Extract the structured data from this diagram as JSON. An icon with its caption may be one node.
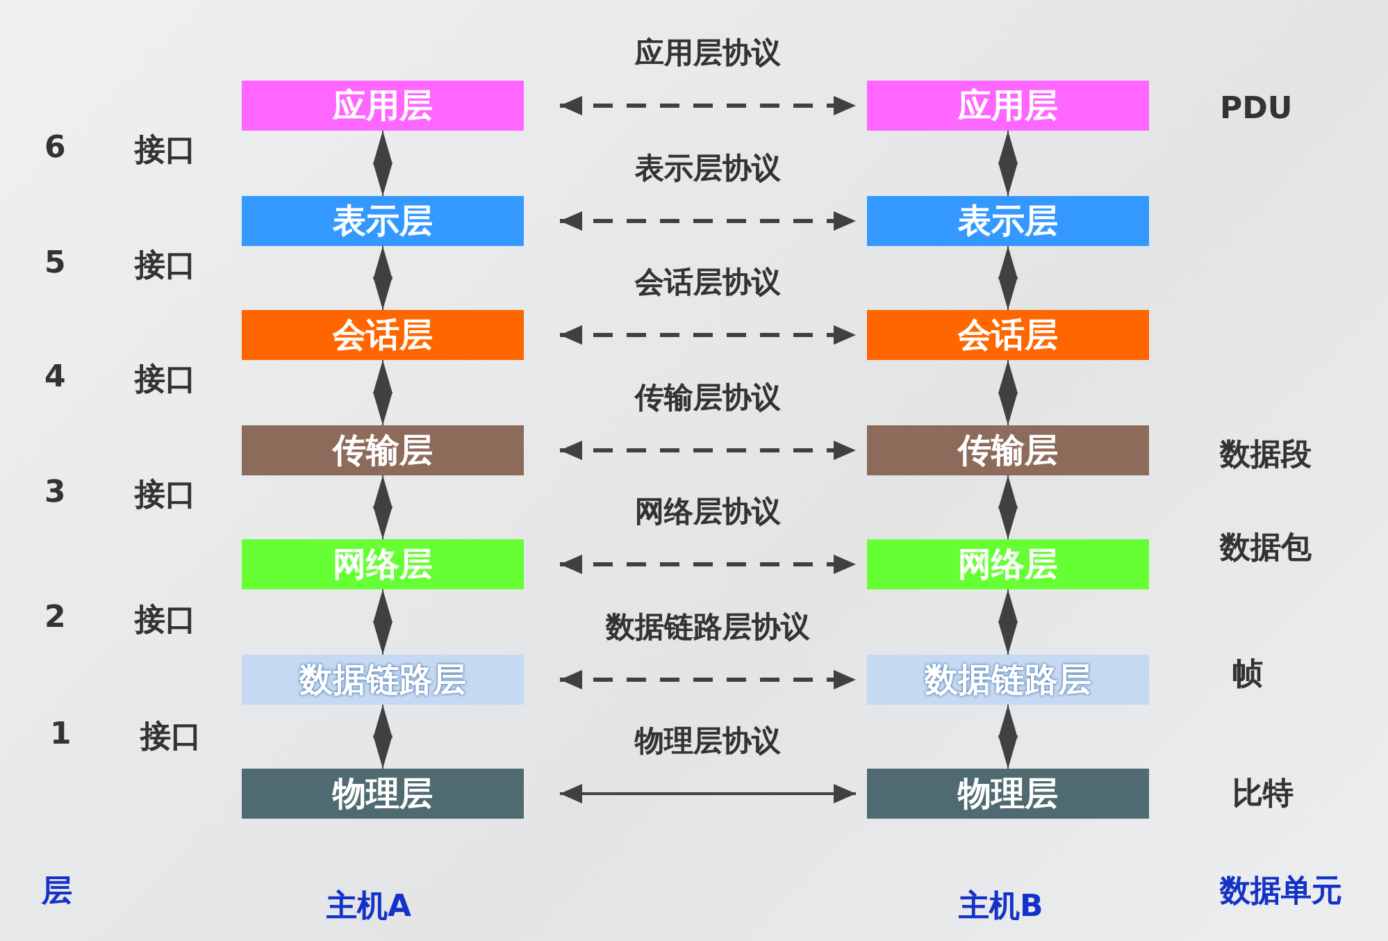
{
  "diagram": {
    "nodes": [
      {
        "text": [
          "应用层"
        ]
      },
      {
        "text": [
          "表示层"
        ]
      },
      {
        "text": [
          "会话层"
        ]
      },
      {
        "text": [
          "传输层"
        ]
      },
      {
        "text": [
          "网络层"
        ]
      },
      {
        "text": [
          "数据链路层"
        ]
      },
      {
        "text": [
          "物理层"
        ]
      },
      {
        "text": [
          "应用层"
        ]
      },
      {
        "text": [
          "表示层"
        ]
      },
      {
        "text": [
          "会话层"
        ]
      },
      {
        "text": [
          "传输层"
        ]
      },
      {
        "text": [
          "网络层"
        ]
      },
      {
        "text": [
          "数据链路层"
        ]
      },
      {
        "text": [
          "物理层"
        ]
      }
    ],
    "edges": [
      {
        "from": 0,
        "to": 7,
        "arrow": "both",
        "label": "应用层协议",
        "style": "dashed"
      },
      {
        "from": 1,
        "to": 8,
        "arrow": "both",
        "label": "表示层协议",
        "style": "dashed"
      },
      {
        "from": 2,
        "to": 9,
        "arrow": "both",
        "label": "会话层协议",
        "style": "dashed"
      },
      {
        "from": 3,
        "to": 10,
        "arrow": "both",
        "label": "传输层协议",
        "style": "dashed"
      },
      {
        "from": 4,
        "to": 11,
        "arrow": "both",
        "label": "网络层协议",
        "style": "dashed"
      },
      {
        "from": 5,
        "to": 12,
        "arrow": "both",
        "label": "数据链路层协议",
        "style": "dashed"
      },
      {
        "from": 6,
        "to": 13,
        "arrow": "both",
        "label": "物理层协议"
      },
      {
        "from": 0,
        "to": 1,
        "arrow": "both"
      },
      {
        "from": 1,
        "to": 2,
        "arrow": "both"
      },
      {
        "from": 2,
        "to": 3,
        "arrow": "both"
      },
      {
        "from": 3,
        "to": 4,
        "arrow": "both"
      },
      {
        "from": 4,
        "to": 5,
        "arrow": "both"
      },
      {
        "from": 5,
        "to": 6,
        "arrow": "both"
      },
      {
        "from": 7,
        "to": 8,
        "arrow": "both"
      },
      {
        "from": 8,
        "to": 9,
        "arrow": "both"
      },
      {
        "from": 9,
        "to": 10,
        "arrow": "both"
      },
      {
        "from": 10,
        "to": 11,
        "arrow": "both"
      },
      {
        "from": 11,
        "to": 12,
        "arrow": "both"
      },
      {
        "from": 12,
        "to": 13,
        "arrow": "both"
      }
    ],
    "labels": [
      "PDU",
      "6",
      "接口",
      "5",
      "接口",
      "4",
      "接口",
      "3",
      "接口",
      "数据段",
      "数据包",
      "2",
      "接口",
      "帧",
      "1",
      "接口",
      "比特",
      "层",
      "数据单元",
      "主机A",
      "主机B"
    ]
  }
}
